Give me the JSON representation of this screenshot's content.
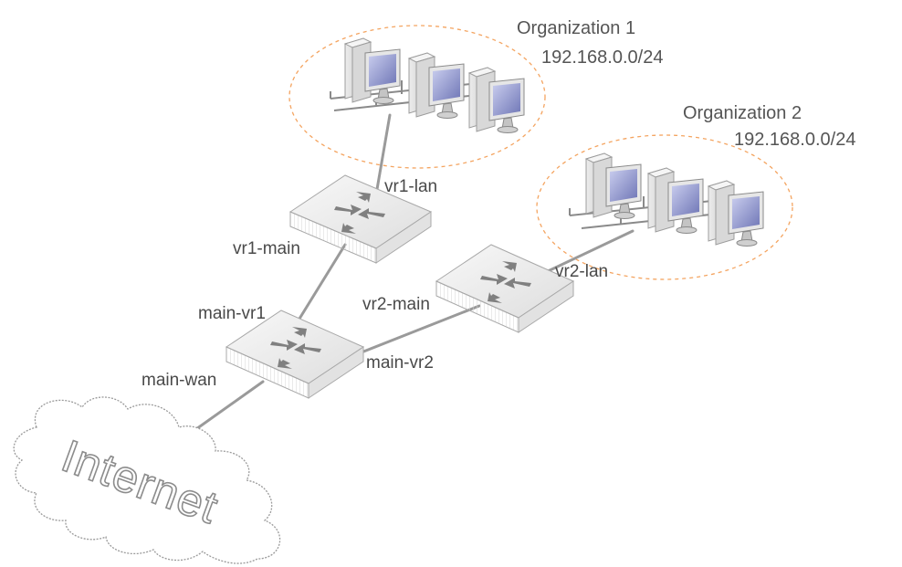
{
  "diagram": {
    "organizations": [
      {
        "name": "Organization 1",
        "subnet": "192.168.0.0/24"
      },
      {
        "name": "Organization 2",
        "subnet": "192.168.0.0/24"
      }
    ],
    "routers": [
      {
        "id": "vr1",
        "ports": [
          "vr1-lan",
          "vr1-main"
        ]
      },
      {
        "id": "vr2",
        "ports": [
          "vr2-lan",
          "vr2-main"
        ]
      },
      {
        "id": "main",
        "ports": [
          "main-vr1",
          "main-vr2",
          "main-wan"
        ]
      }
    ],
    "cloud_label": "Internet",
    "icons": {
      "router": "router-icon",
      "computer": "workstation-icon",
      "cloud": "cloud-icon"
    },
    "colors": {
      "org_boundary": "#f4a460",
      "link": "#999999",
      "monitor_screen": "#8f95c8"
    }
  }
}
